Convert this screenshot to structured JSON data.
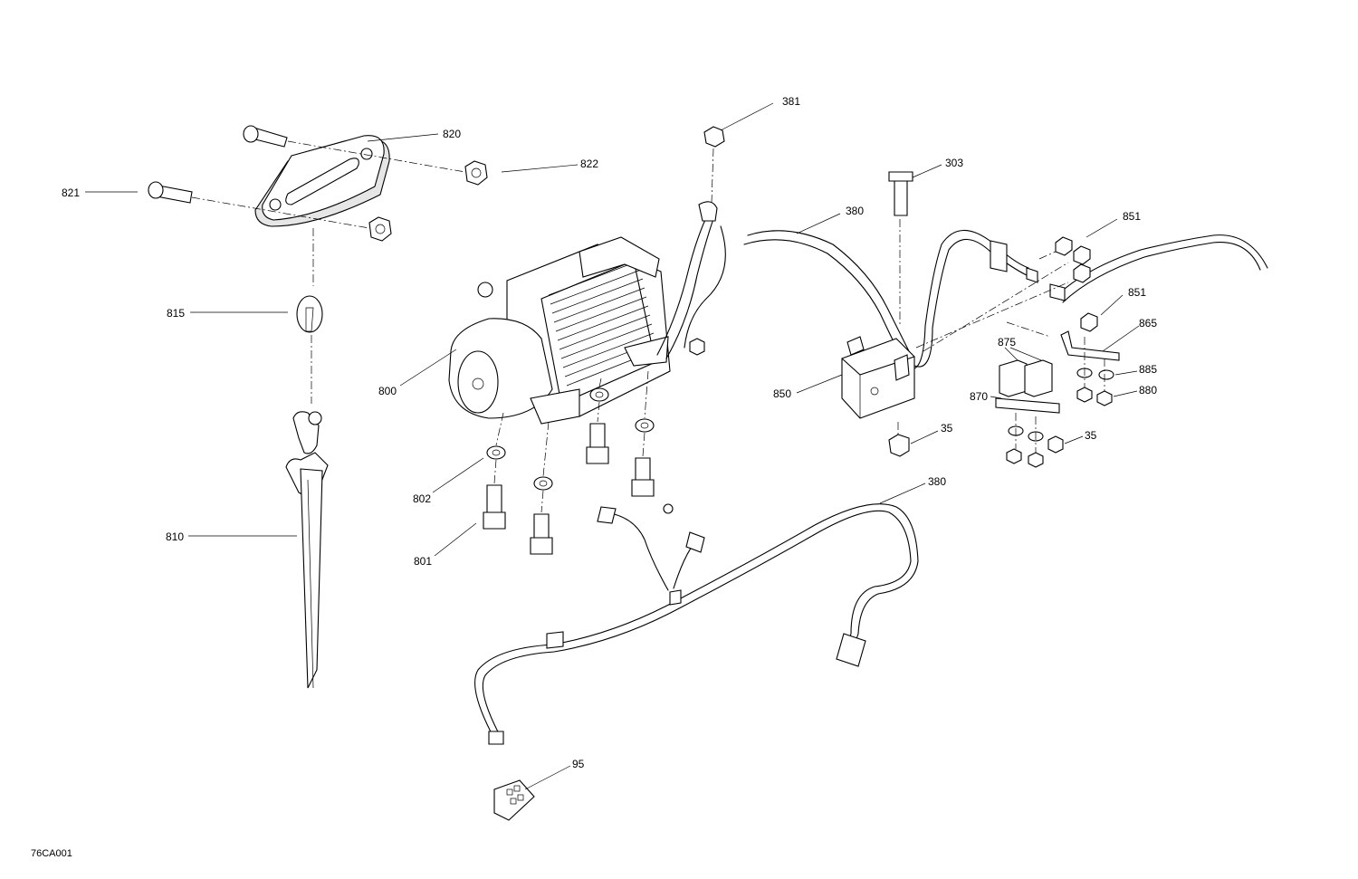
{
  "drawing_code": "76CA001",
  "callouts": {
    "c381": "381",
    "c820": "820",
    "c822": "822",
    "c821": "821",
    "c303": "303",
    "c380a": "380",
    "c851a": "851",
    "c815": "815",
    "c851b": "851",
    "c865": "865",
    "c875": "875",
    "c800": "800",
    "c885": "885",
    "c850": "850",
    "c870": "870",
    "c880": "880",
    "c35a": "35",
    "c35b": "35",
    "c802": "802",
    "c380b": "380",
    "c810": "810",
    "c801": "801",
    "c95": "95"
  }
}
